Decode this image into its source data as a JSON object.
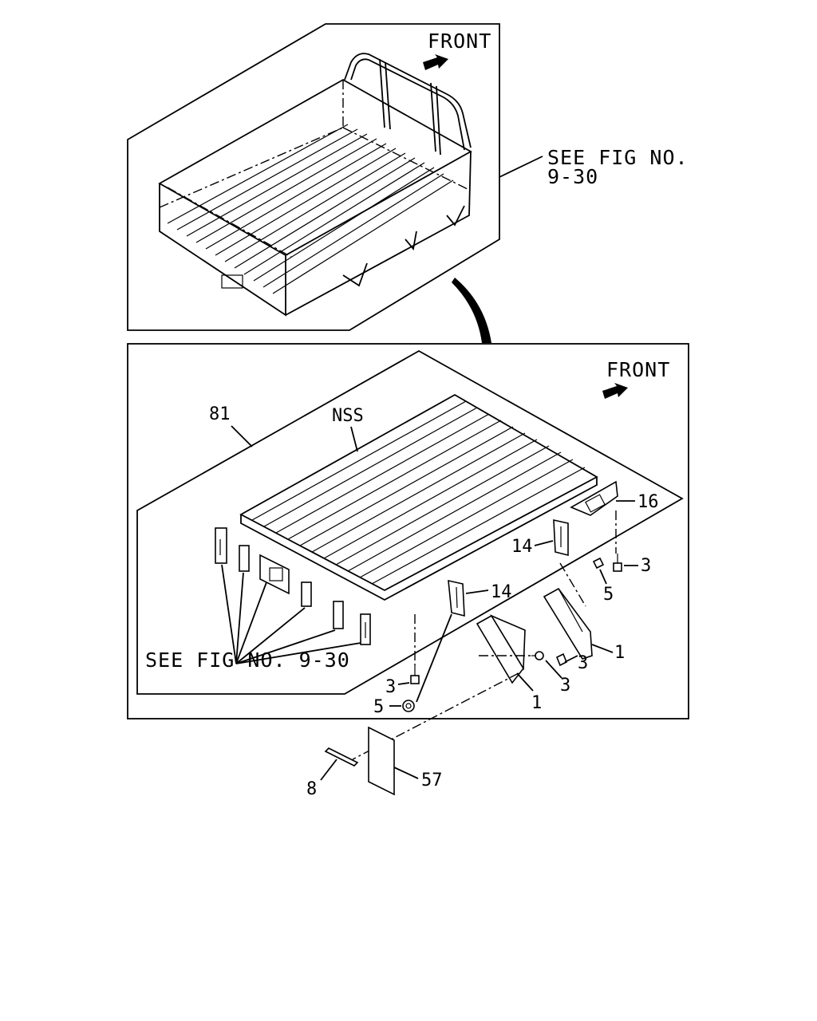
{
  "top_panel": {
    "front_label": "FRONT",
    "see_fig_line1": "SEE FIG NO.",
    "see_fig_line2": "9-30"
  },
  "main_panel": {
    "front_label": "FRONT",
    "nss_label": "NSS",
    "see_fig_label": "SEE FIG NO. 9-30",
    "callouts": {
      "c81": "81",
      "c16": "16",
      "c14a": "14",
      "c14b": "14",
      "c3a": "3",
      "c5a": "5",
      "c1a": "1",
      "c3b": "3",
      "c3c": "3",
      "c1b": "1",
      "c3d": "3",
      "c5b": "5"
    }
  },
  "bottom_parts": {
    "c8": "8",
    "c57": "57"
  }
}
